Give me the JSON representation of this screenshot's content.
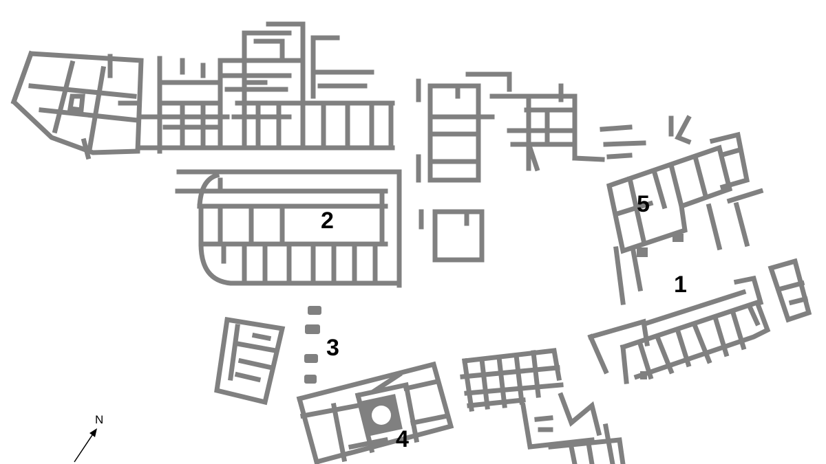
{
  "colors": {
    "background": "#ffffff",
    "walls": "#808080",
    "labels": "#000000"
  },
  "labels": {
    "area1": "1",
    "area2": "2",
    "area3": "3",
    "area4": "4",
    "area5": "5"
  },
  "north_arrow": {
    "label": "N",
    "icon": "north-arrow-icon"
  }
}
